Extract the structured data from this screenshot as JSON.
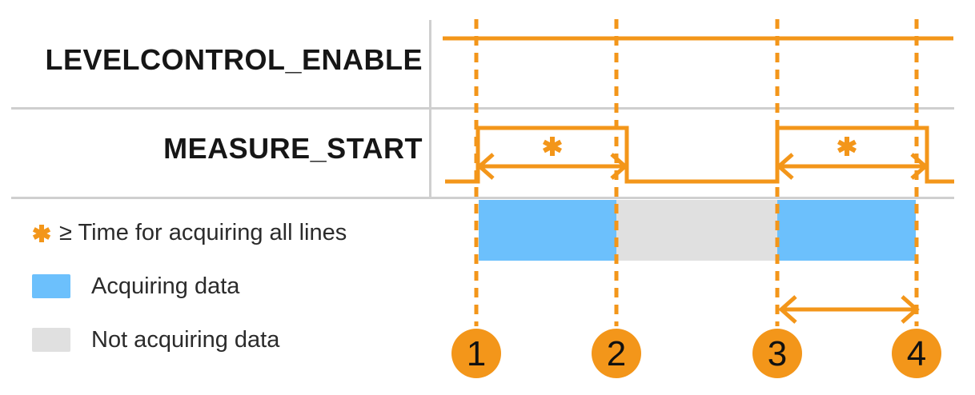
{
  "colors": {
    "orange": "#F3961A",
    "blue": "#6CC0FC",
    "gray_bar": "#E0E0E0",
    "gray_line": "#CFCFCF",
    "text_dark": "#161616",
    "text_legend": "#2B2B2B",
    "marker_number": "#111111"
  },
  "signals": [
    {
      "label": "LEVELCONTROL_ENABLE",
      "state": "constant high"
    },
    {
      "label": "MEASURE_START",
      "state": "two pulses: markers 1-2 and 3-4"
    }
  ],
  "annotations": {
    "asterisk_symbol": "*",
    "pulse_asterisks": [
      "*",
      "*"
    ]
  },
  "bars": [
    {
      "label": "Acquiring data",
      "from_marker": "1",
      "to_marker": "2",
      "color": "#6CC0FC"
    },
    {
      "label": "Not acquiring data",
      "from_marker": "2",
      "to_marker": "3",
      "color": "#E0E0E0"
    },
    {
      "label": "Acquiring data",
      "from_marker": "3",
      "to_marker": "4",
      "color": "#6CC0FC"
    }
  ],
  "legend": {
    "note_symbol": "*",
    "note_text": "≥ Time for acquiring all lines",
    "items": [
      {
        "label": "Acquiring data",
        "color": "#6CC0FC"
      },
      {
        "label": "Not acquiring data",
        "color": "#E0E0E0"
      }
    ]
  },
  "markers": [
    {
      "number": "1"
    },
    {
      "number": "2"
    },
    {
      "number": "3"
    },
    {
      "number": "4"
    }
  ]
}
